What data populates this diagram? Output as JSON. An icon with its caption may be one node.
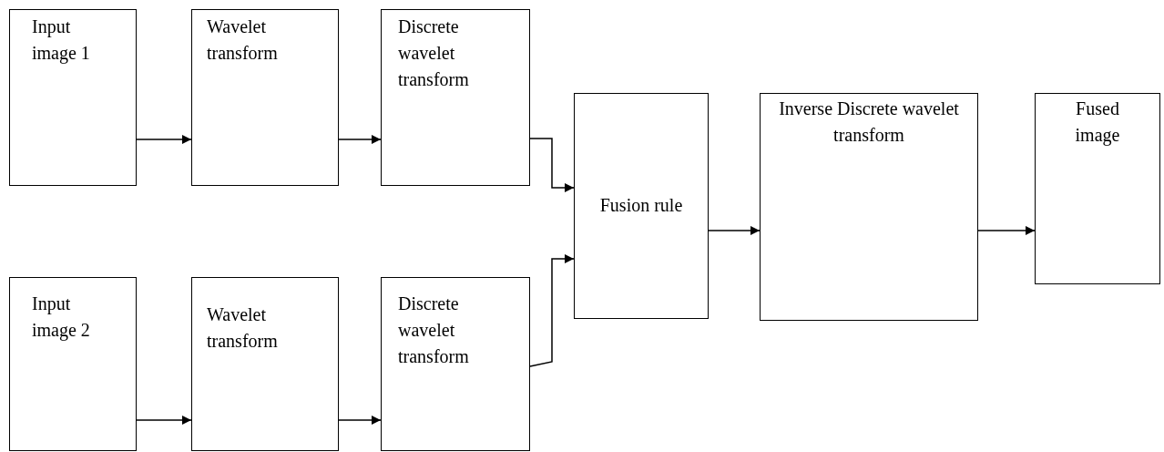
{
  "diagram": {
    "nodes": [
      {
        "text": [
          "Input image 1"
        ]
      },
      {
        "text": [
          "Wavelet transform"
        ]
      },
      {
        "text": [
          "Discrete wavelet transform"
        ]
      },
      {
        "text": [
          "Input image 2"
        ]
      },
      {
        "text": [
          "Wavelet transform"
        ]
      },
      {
        "text": [
          "Discrete wavelet transform"
        ]
      },
      {
        "text": [
          "Fusion rule"
        ]
      },
      {
        "text": [
          "Inverse Discrete wavelet transform"
        ]
      },
      {
        "text": [
          "Fused image"
        ]
      }
    ],
    "edges": [
      {
        "from": 0,
        "to": 1,
        "arrow": "to"
      },
      {
        "from": 1,
        "to": 2,
        "arrow": "to"
      },
      {
        "from": 2,
        "to": 6,
        "arrow": "to"
      },
      {
        "from": 3,
        "to": 4,
        "arrow": "to"
      },
      {
        "from": 4,
        "to": 5,
        "arrow": "to"
      },
      {
        "from": 5,
        "to": 6,
        "arrow": "to"
      },
      {
        "from": 6,
        "to": 7,
        "arrow": "to"
      },
      {
        "from": 7,
        "to": 8,
        "arrow": "to"
      }
    ]
  }
}
